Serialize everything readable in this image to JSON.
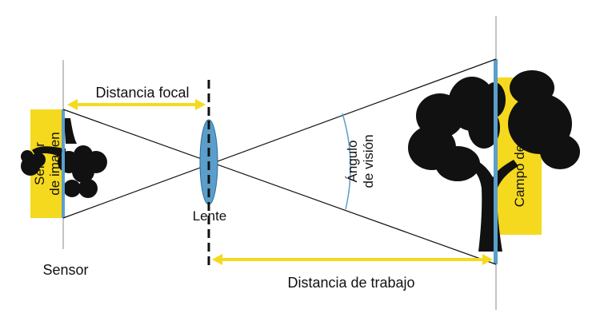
{
  "labels": {
    "focal_distance": "Distancia focal",
    "lens": "Lente",
    "sensor": "Sensor",
    "working_distance": "Distancia de trabajo",
    "view_angle_line1": "Ángulo",
    "view_angle_line2": "de visión",
    "image_sensor_line1": "Sensor",
    "image_sensor_line2": "de imagen",
    "field_of_view": "Campo de visión"
  },
  "colors": {
    "highlight": "#f5d91e",
    "lens": "#5b9ecb",
    "arrow": "#f5d91e",
    "ink": "#111111",
    "guide": "#888888"
  },
  "icons": {
    "image_tree": "inverted-tree-silhouette",
    "object_tree": "tree-silhouette"
  }
}
